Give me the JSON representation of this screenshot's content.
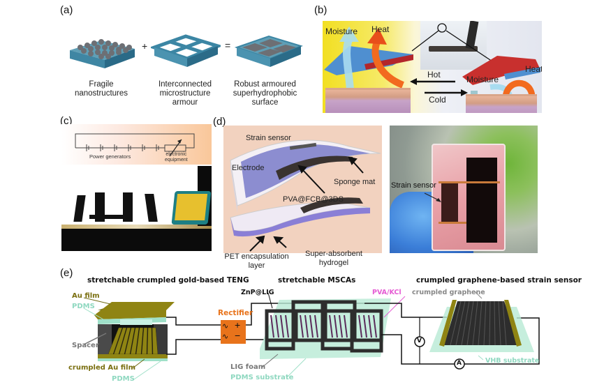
{
  "panels": {
    "a": {
      "label": "(a)",
      "operators": [
        "+",
        "="
      ],
      "captions": [
        {
          "line1": "Fragile",
          "line2": "nanostructures",
          "line3": ""
        },
        {
          "line1": "Interconnected",
          "line2": "microstructure",
          "line3": "armour"
        },
        {
          "line1": "Robust armoured",
          "line2": "superhydrophobic",
          "line3": "surface"
        }
      ]
    },
    "b": {
      "label": "(b)",
      "left_moisture": "Moisture",
      "left_heat": "Heat",
      "right_moisture": "Moisture",
      "right_heat": "Heat",
      "arrow_hot": "Hot",
      "arrow_cold": "Cold"
    },
    "c": {
      "label": "(c)",
      "power_generators": "Power generators",
      "electronic_equipment_line1": "electronic",
      "electronic_equipment_line2": "equipment"
    },
    "d": {
      "label": "(d)",
      "strain_sensor": "Strain sensor",
      "electrode": "Electrode",
      "sponge_mat": "Sponge mat",
      "pva": "PVA@FCB@3DS",
      "pet_line1": "PET encapsulation",
      "pet_line2": "layer",
      "hydrogel_line1": "Super-absorbent",
      "hydrogel_line2": "hydrogel",
      "photo_strain_sensor": "Strain sensor"
    },
    "e": {
      "label": "(e)",
      "teng_title": "stretchable crumpled gold-based TENG",
      "mscas_title": "stretchable MSCAs",
      "sensor_title": "crumpled graphene-based strain sensor",
      "au_film": "Au film",
      "pdms_top": "PDMS",
      "spacer": "Spacer",
      "crumpled_au_film": "crumpled Au film",
      "pdms_bottom": "PDMS",
      "rectifier": "Rectifier",
      "rect_plus": "+",
      "rect_minus": "−",
      "rect_ac": "∿",
      "znp_lig": "ZnP@LIG",
      "pva_kcl": "PVA/KCl",
      "lig_foam": "LIG foam",
      "pdms_substrate": "PDMS substrate",
      "crumpled_graphene": "crumpled graphene",
      "vhb_substrate": "VHB substrate",
      "voltmeter": "V",
      "ammeter": "A"
    }
  },
  "colors": {
    "olive_gold": "#8f8413",
    "pdms_mint": "#9fe0c8",
    "rectifier_orange": "#e8731b",
    "pva_magenta": "#e55bd3",
    "heat_orange": "#f26a1f",
    "moisture_blue": "#9fd6ea"
  }
}
